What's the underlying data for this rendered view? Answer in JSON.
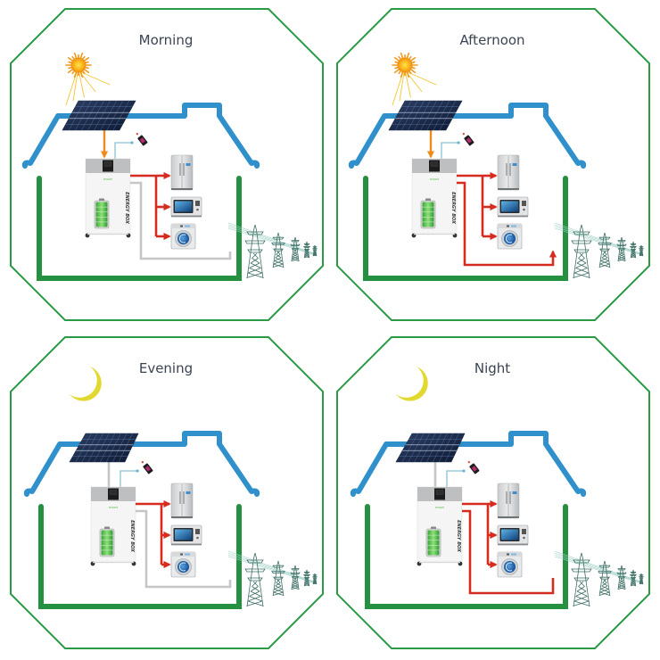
{
  "figure": {
    "description": "Energy storage system operating modes throughout the day",
    "colors": {
      "frame": "#2a9a45",
      "roof": "#2f90cb",
      "walls": "#23913f",
      "power_flow": "#d62b1f",
      "idle_line": "#c4c6c8",
      "solar_flow": "#ee8a1e",
      "sun": "#f7b21b",
      "moon": "#e2d930",
      "title_text": "#3b4452"
    }
  },
  "panels": [
    {
      "id": "morning",
      "title": "Morning",
      "sky_icon": "sun-icon",
      "solar_generating": true,
      "solar_link": "active",
      "battery_level": "full",
      "grid_link": "idle",
      "loads_powered": [
        "refrigerator",
        "microwave",
        "washing-machine"
      ]
    },
    {
      "id": "afternoon",
      "title": "Afternoon",
      "sky_icon": "sun-icon",
      "solar_generating": true,
      "solar_link": "active",
      "battery_level": "full",
      "grid_link": "export",
      "loads_powered": [
        "refrigerator",
        "microwave",
        "washing-machine"
      ]
    },
    {
      "id": "evening",
      "title": "Evening",
      "sky_icon": "moon-icon",
      "solar_generating": false,
      "solar_link": "idle",
      "battery_level": "full",
      "grid_link": "idle",
      "loads_powered": [
        "refrigerator",
        "microwave",
        "washing-machine"
      ]
    },
    {
      "id": "night",
      "title": "Night",
      "sky_icon": "moon-icon",
      "solar_generating": false,
      "solar_link": "idle",
      "battery_level": "full",
      "grid_link": "connected",
      "loads_powered": [
        "refrigerator",
        "microwave",
        "washing-machine"
      ]
    }
  ],
  "device": {
    "name_label": "ENERGY BOX",
    "brand_label": "enoair"
  },
  "appliances": [
    {
      "id": "refrigerator",
      "icon": "refrigerator-icon"
    },
    {
      "id": "microwave",
      "icon": "microwave-icon"
    },
    {
      "id": "washing-machine",
      "icon": "washing-machine-icon"
    }
  ],
  "grid": {
    "icon": "power-pylon-icon"
  },
  "monitor": {
    "icon": "smartphone-icon"
  }
}
